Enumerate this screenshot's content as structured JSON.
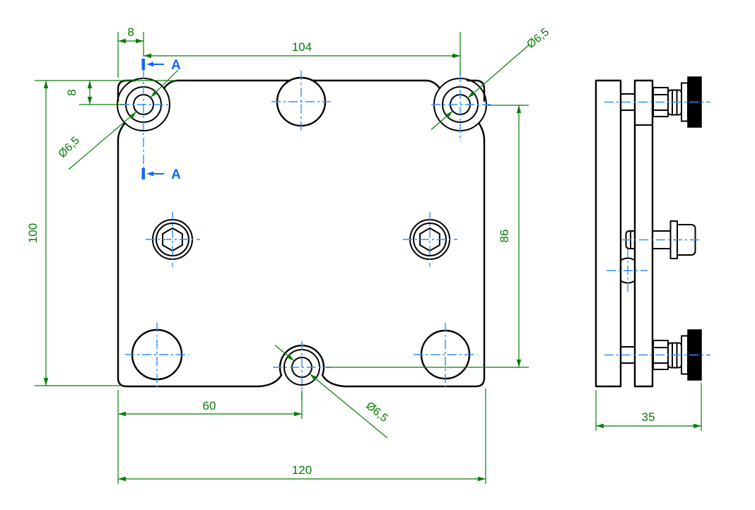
{
  "drawing": {
    "front_view": {
      "dims": {
        "corner_hole_offset_x": "8",
        "corner_hole_pitch": "104",
        "corner_hole_offset_y": "8",
        "plate_height": "100",
        "vertical_hole_span": "86",
        "bottom_hole_offset_x": "60",
        "plate_width": "120"
      },
      "hole_labels": {
        "top_left": "Ø6,5",
        "top_right": "Ø6,5",
        "bottom_middle": "Ø6,5"
      },
      "section_labels": {
        "top": "A",
        "bottom": "A"
      }
    },
    "side_view": {
      "dims": {
        "assembly_thickness": "35"
      }
    },
    "colors": {
      "background": "#ffffff",
      "geometry": "#000000",
      "dimension": "#077d07",
      "centerline": "#2f8fff",
      "section": "#1565ff"
    }
  }
}
